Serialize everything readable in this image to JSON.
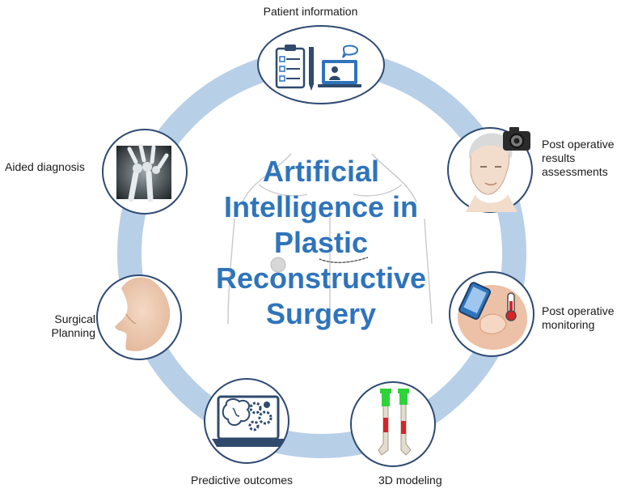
{
  "title": {
    "line1": "Artificial",
    "line2": "Intelligence in",
    "line3": "Plastic",
    "line4": "Reconstructive",
    "line5": "Surgery"
  },
  "nodes": {
    "patient_information": "Patient information",
    "aided_diagnosis": "Aided diagnosis",
    "post_operative_results": "Post operative results assessments",
    "surgical_planning": "Surgical Planning",
    "post_operative_monitoring": "Post operative monitoring",
    "predictive_outcomes": "Predictive outcomes",
    "modeling_3d": "3D modeling"
  },
  "colors": {
    "ring": "#b8cfe8",
    "node_border": "#2e4a72",
    "title": "#2f74bb",
    "icon_blue": "#2f74bb",
    "icon_dark": "#2f4a6d",
    "bone_green": "#2fd23a",
    "bone_red": "#d8232a"
  },
  "icons": {
    "patient_information": "clipboard-laptop-icon",
    "aided_diagnosis": "wrist-xray-icon",
    "post_operative_results": "face-camera-icon",
    "surgical_planning": "nose-profile-icon",
    "post_operative_monitoring": "phone-thermometer-icon",
    "predictive_outcomes": "brain-gears-laptop-icon",
    "modeling_3d": "bone-model-icon"
  }
}
